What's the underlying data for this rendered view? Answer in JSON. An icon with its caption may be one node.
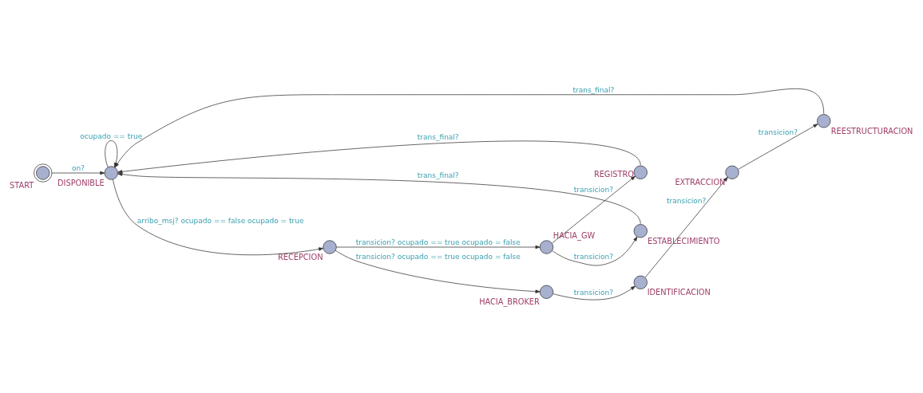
{
  "diagram": {
    "nodes": [
      {
        "text": [
          "START"
        ]
      },
      {
        "text": [
          "DISPONIBLE"
        ]
      },
      {
        "text": [
          "RECEPCION"
        ]
      },
      {
        "text": [
          "HACIA_BROKER"
        ]
      },
      {
        "text": [
          "IDENTIFICACION"
        ]
      },
      {
        "text": [
          "EXTRACCION"
        ]
      },
      {
        "text": [
          "REESTRUCTURACION"
        ]
      },
      {
        "text": [
          "HACIA_GW"
        ]
      },
      {
        "text": [
          "REGISTRO"
        ]
      },
      {
        "text": [
          "ESTABLECIMIENTO"
        ]
      }
    ],
    "edges": [
      {
        "from": 0,
        "to": 1,
        "arrow": "to",
        "label": "on?"
      },
      {
        "from": 1,
        "to": 1,
        "arrow": "to",
        "label": "ocupado == true"
      },
      {
        "from": 1,
        "to": 2,
        "arrow": "to",
        "label": "arribo_msj? ocupado == false ocupado = true"
      },
      {
        "from": 2,
        "to": 3,
        "arrow": "to",
        "label": "transicion? ocupado == true ocupado = false"
      },
      {
        "from": 3,
        "to": 4,
        "arrow": "to",
        "label": "transicion?"
      },
      {
        "from": 4,
        "to": 5,
        "arrow": "to",
        "label": "transicion?"
      },
      {
        "from": 5,
        "to": 6,
        "arrow": "to",
        "label": "transicion?"
      },
      {
        "from": 6,
        "to": 1,
        "arrow": "to",
        "label": "trans_final?"
      },
      {
        "from": 2,
        "to": 7,
        "arrow": "to",
        "label": "transicion? ocupado == true ocupado = false"
      },
      {
        "from": 7,
        "to": 8,
        "arrow": "to",
        "label": "transicion?"
      },
      {
        "from": 7,
        "to": 9,
        "arrow": "to",
        "label": "transicion?"
      },
      {
        "from": 9,
        "to": 1,
        "arrow": "to",
        "label": "trans_final?"
      },
      {
        "from": 8,
        "to": 1,
        "arrow": "to",
        "label": "trans_final?"
      }
    ]
  }
}
